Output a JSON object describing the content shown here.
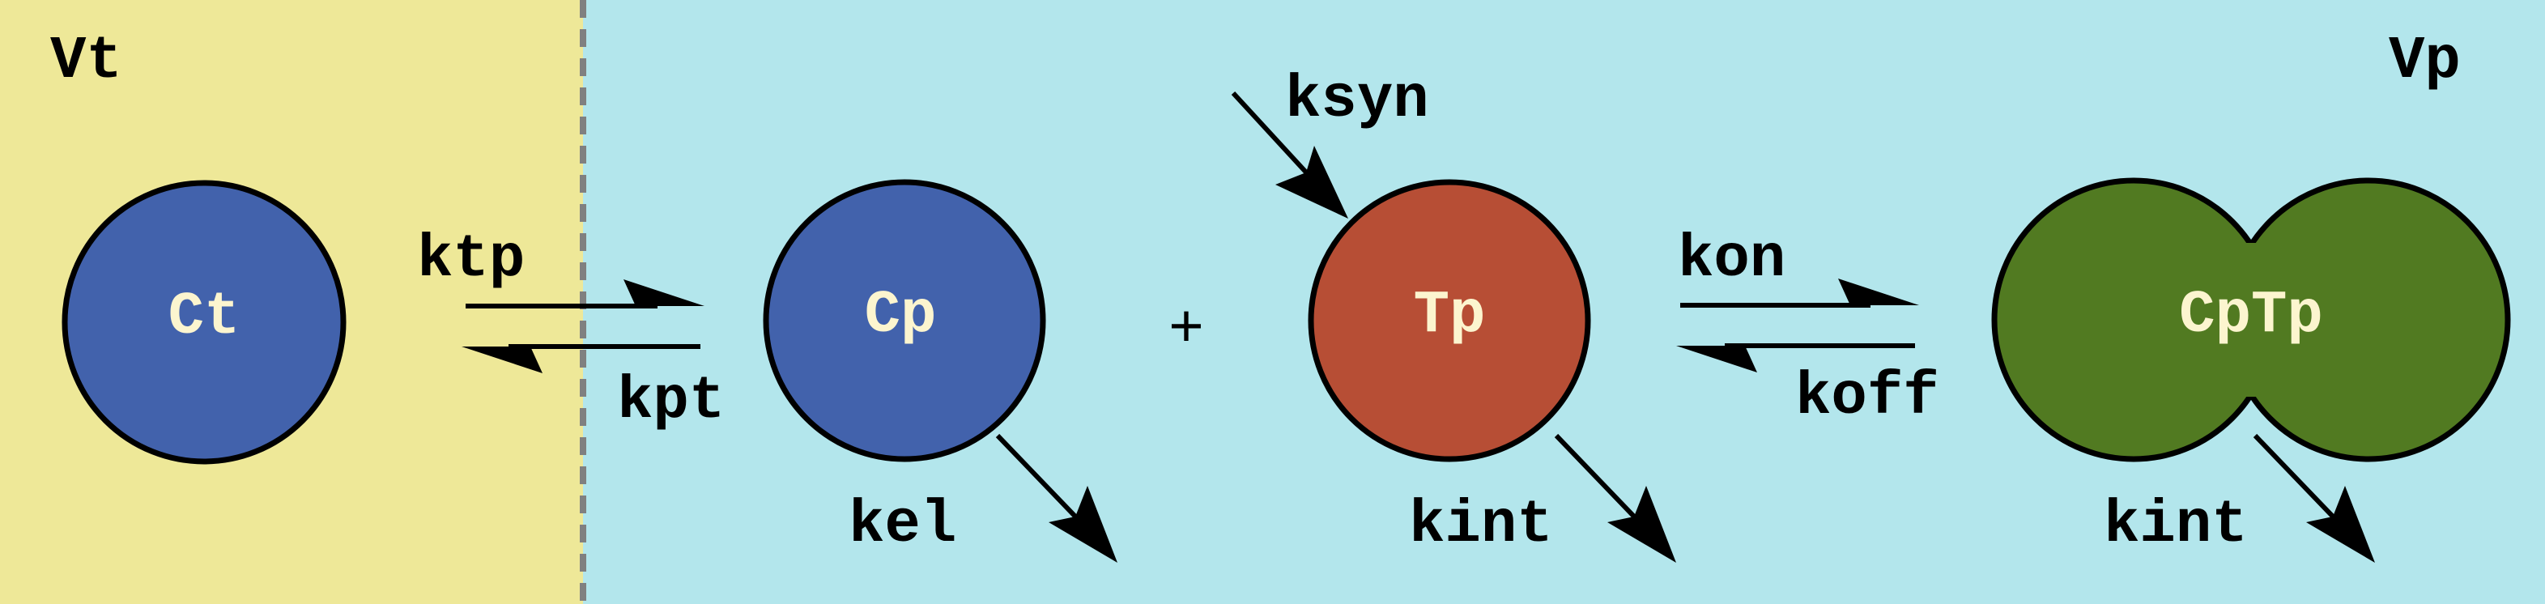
{
  "compartments": {
    "tissue": {
      "label": "Vt",
      "color": "#EEE898"
    },
    "plasma": {
      "label": "Vp",
      "color": "#B3E6EC"
    },
    "boundary_color": "#808080"
  },
  "species": {
    "ct": {
      "label": "Ct",
      "fill": "#4262AC",
      "text_color": "#FCF5CF"
    },
    "cp": {
      "label": "Cp",
      "fill": "#4262AC",
      "text_color": "#FCF5CF"
    },
    "tp": {
      "label": "Tp",
      "fill": "#B74E35",
      "text_color": "#FCF5CF"
    },
    "cptp": {
      "label": "CpTp",
      "fill": "#517A21",
      "text_color": "#FCF5CF"
    }
  },
  "operator_plus": "+",
  "rates": {
    "ktp": "ktp",
    "kpt": "kpt",
    "ksyn": "ksyn",
    "kel": "kel",
    "kon": "kon",
    "koff": "koff",
    "kint_tp": "kint",
    "kint_cptp": "kint"
  }
}
